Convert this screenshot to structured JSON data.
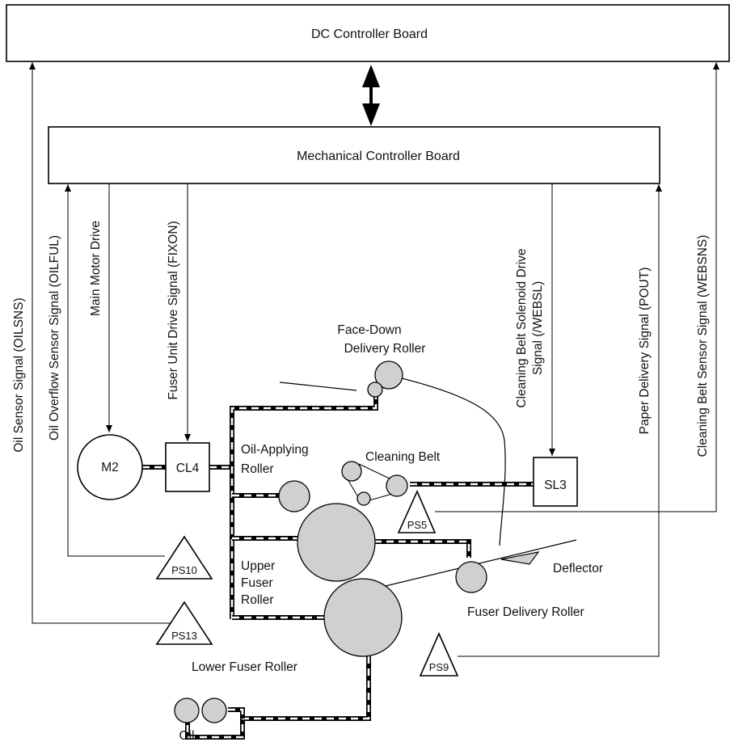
{
  "boards": {
    "dc_controller": "DC Controller Board",
    "mechanical_controller": "Mechanical Controller Board"
  },
  "signals": {
    "oil_sensor": "Oil Sensor Signal (OILSNS)",
    "oil_overflow": "Oil Overflow Sensor Signal (OILFUL)",
    "main_motor": "Main Motor Drive",
    "fuser_unit_drive": "Fuser Unit Drive Signal (FIXON)",
    "cleaning_belt_solenoid_1": "Cleaning Belt Solenoid Drive",
    "cleaning_belt_solenoid_2": "Signal (/WEBSL)",
    "paper_delivery": "Paper Delivery Signal (POUT)",
    "cleaning_belt_sensor": "Cleaning Belt Sensor Signal (WEBSNS)"
  },
  "components": {
    "m2": "M2",
    "cl4": "CL4",
    "sl3": "SL3",
    "ps5": "PS5",
    "ps9": "PS9",
    "ps10": "PS10",
    "ps13": "PS13"
  },
  "labels": {
    "face_down_1": "Face-Down",
    "face_down_2": "Delivery Roller",
    "oil_applying_1": "Oil-Applying",
    "oil_applying_2": "Roller",
    "cleaning_belt": "Cleaning Belt",
    "deflector": "Deflector",
    "upper_fuser_1": "Upper",
    "upper_fuser_2": "Fuser",
    "upper_fuser_3": "Roller",
    "fuser_delivery": "Fuser Delivery Roller",
    "lower_fuser": "Lower Fuser Roller",
    "oil": "Oil"
  }
}
